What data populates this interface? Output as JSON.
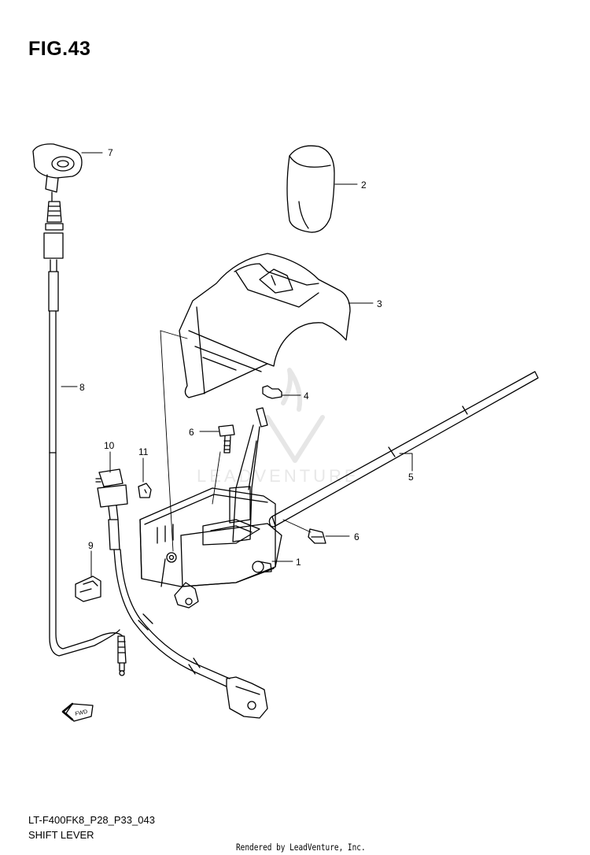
{
  "figure": {
    "title": "FIG.43"
  },
  "callouts": [
    {
      "id": "callout-7",
      "label": "7"
    },
    {
      "id": "callout-2",
      "label": "2"
    },
    {
      "id": "callout-3",
      "label": "3"
    },
    {
      "id": "callout-8",
      "label": "8"
    },
    {
      "id": "callout-4",
      "label": "4"
    },
    {
      "id": "callout-6a",
      "label": "6"
    },
    {
      "id": "callout-10",
      "label": "10"
    },
    {
      "id": "callout-11",
      "label": "11"
    },
    {
      "id": "callout-5",
      "label": "5"
    },
    {
      "id": "callout-6b",
      "label": "6"
    },
    {
      "id": "callout-1",
      "label": "1"
    },
    {
      "id": "callout-9",
      "label": "9"
    }
  ],
  "watermark": {
    "text": "LEADVENTURE"
  },
  "fwd_arrow": {
    "label": "FWD"
  },
  "footer": {
    "code": "LT-F400FK8_P28_P33_043",
    "title": "SHIFT LEVER",
    "rendered": "Rendered by LeadVenture, Inc."
  }
}
